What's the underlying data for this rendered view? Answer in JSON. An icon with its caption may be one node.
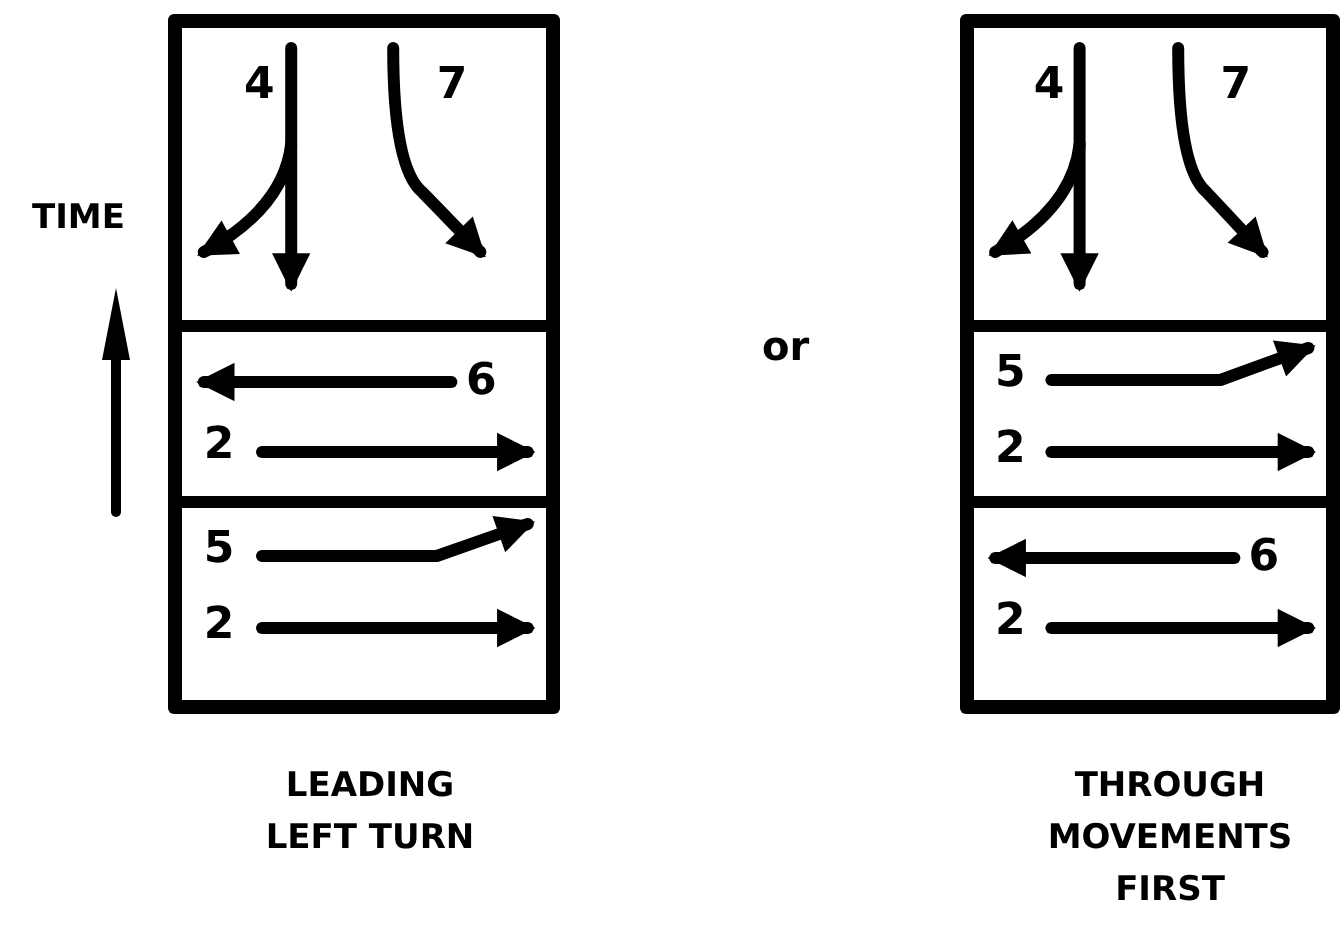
{
  "diagram": {
    "nodes": [
      {
        "text": [],
        "shape": "box",
        "beside": [
          "LEADING LEFT TURN"
        ]
      },
      {
        "text": [
          "4",
          "7"
        ],
        "in": 0
      },
      {
        "text": [
          "6",
          "2"
        ],
        "in": 0
      },
      {
        "text": [
          "5",
          "2"
        ],
        "in": 0
      },
      {
        "text": [],
        "shape": "box",
        "beside": [
          "THROUGH MOVEMENTS FIRST"
        ]
      },
      {
        "text": [
          "4",
          "7"
        ],
        "in": 4
      },
      {
        "text": [
          "5",
          "2"
        ],
        "in": 4
      },
      {
        "text": [
          "6",
          "2"
        ],
        "in": 4
      }
    ],
    "labels": [
      "TIME",
      "or"
    ]
  }
}
